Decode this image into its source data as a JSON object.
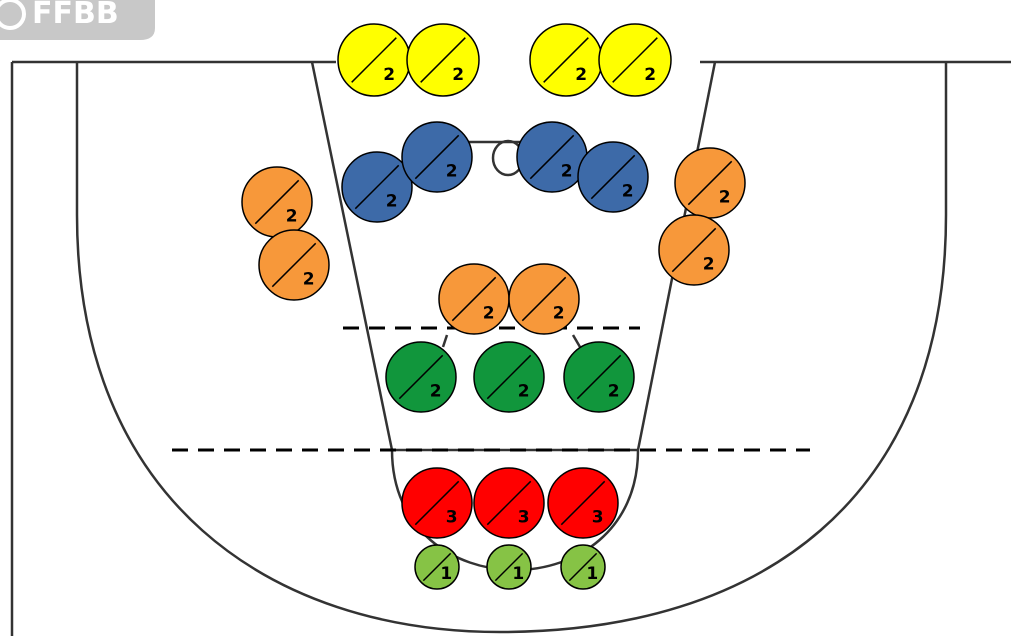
{
  "logo": {
    "text": "FFBB",
    "colors": {
      "badge": "#c8c8c8",
      "text": "#ffffff"
    }
  },
  "court": {
    "line_color": "#333333",
    "dashed_line_color": "#000000",
    "background": "#ffffff"
  },
  "zone_colors": {
    "yellow": "#ffff00",
    "blue": "#3d6aa8",
    "orange": "#f7983a",
    "green": "#11963c",
    "red": "#ff0000",
    "light_green": "#86c345"
  },
  "spots": [
    {
      "zone": "yellow",
      "label": "2"
    },
    {
      "zone": "yellow",
      "label": "2"
    },
    {
      "zone": "yellow",
      "label": "2"
    },
    {
      "zone": "yellow",
      "label": "2"
    },
    {
      "zone": "blue",
      "label": "2"
    },
    {
      "zone": "blue",
      "label": "2"
    },
    {
      "zone": "blue",
      "label": "2"
    },
    {
      "zone": "blue",
      "label": "2"
    },
    {
      "zone": "orange",
      "label": "2"
    },
    {
      "zone": "orange",
      "label": "2"
    },
    {
      "zone": "orange",
      "label": "2"
    },
    {
      "zone": "orange",
      "label": "2"
    },
    {
      "zone": "orange",
      "label": "2"
    },
    {
      "zone": "orange",
      "label": "2"
    },
    {
      "zone": "green",
      "label": "2"
    },
    {
      "zone": "green",
      "label": "2"
    },
    {
      "zone": "green",
      "label": "2"
    },
    {
      "zone": "red",
      "label": "3"
    },
    {
      "zone": "red",
      "label": "3"
    },
    {
      "zone": "red",
      "label": "3"
    },
    {
      "zone": "light_green",
      "label": "1"
    },
    {
      "zone": "light_green",
      "label": "1"
    },
    {
      "zone": "light_green",
      "label": "1"
    }
  ]
}
